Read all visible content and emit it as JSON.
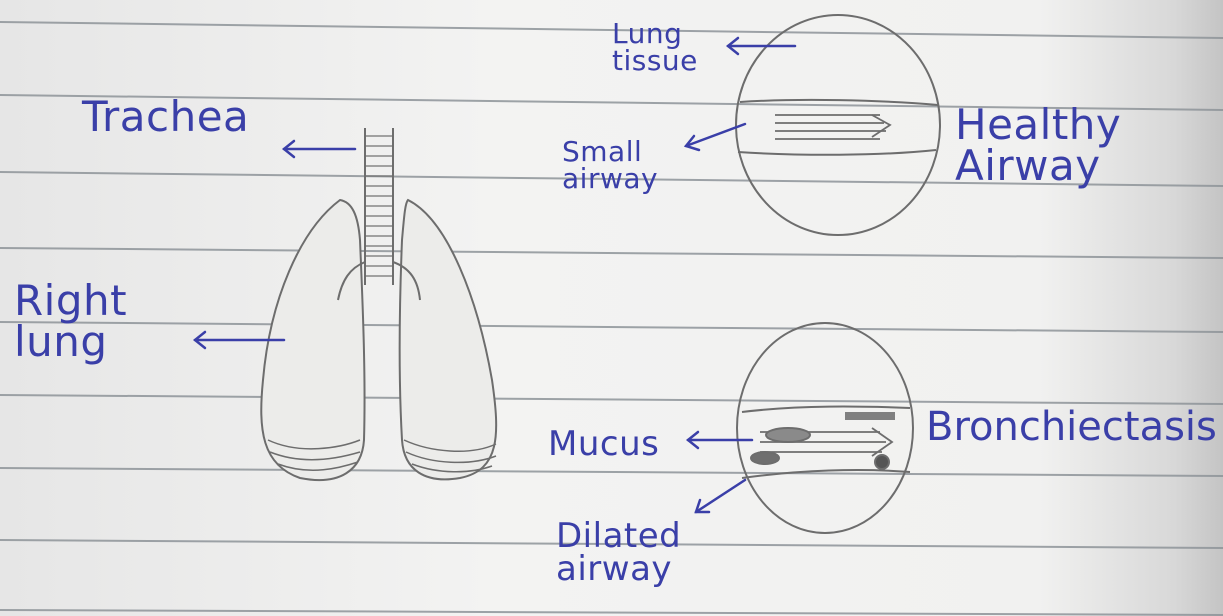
{
  "colors": {
    "paper": "#f1f1f0",
    "ruled_line": "#8e9499",
    "pencil": "#6d6d6d",
    "ink": "#3a3fa8"
  },
  "labels": {
    "trachea": "Trachea",
    "right_lung": "Right\nlung",
    "lung_tissue": "Lung\ntissue",
    "small_airway": "Small\nairway",
    "healthy_airway": "Healthy\nAirway",
    "mucus": "Mucus",
    "bronchiectasis": "Bronchiectasis",
    "dilated_airway": "Dilated\nairway"
  },
  "icons": [
    "arrow-icon",
    "lungs-drawing",
    "magnifier-circle"
  ]
}
